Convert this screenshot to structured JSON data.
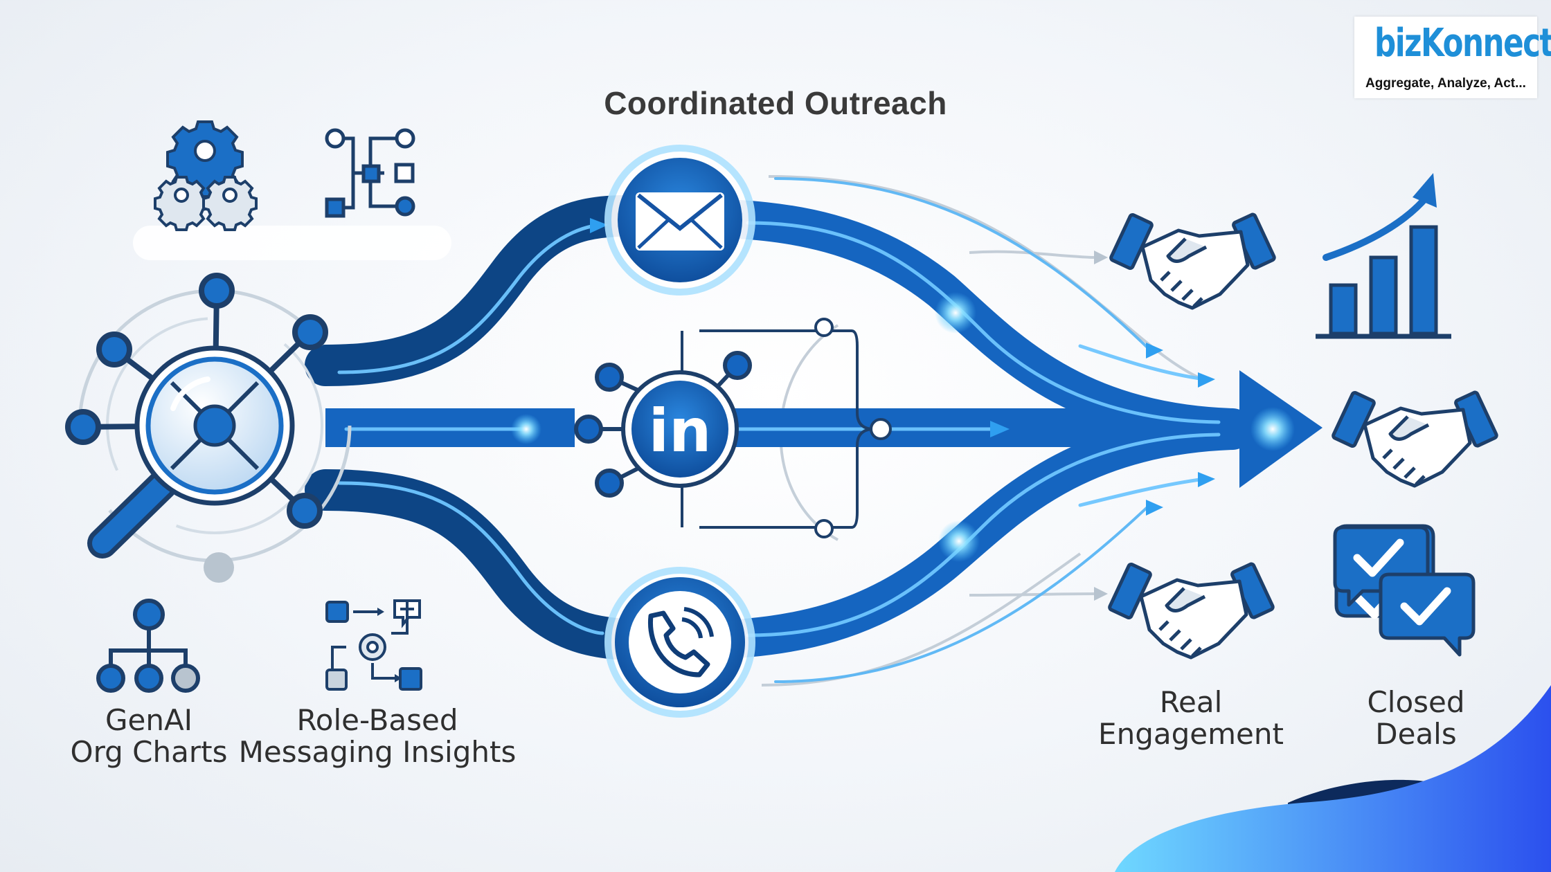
{
  "title": "Coordinated Outreach",
  "logo": {
    "name": "bizKonnect",
    "tagline": "Aggregate, Analyze, Act..."
  },
  "labels": {
    "genai_line1": "GenAI",
    "genai_line2": "Org Charts",
    "role_line1": "Role-Based",
    "role_line2": "Messaging Insights",
    "engagement_line1": "Real",
    "engagement_line2": "Engagement",
    "deals_line1": "Closed",
    "deals_line2": "Deals"
  },
  "icons": {
    "channels": [
      "email-icon",
      "linkedin-icon",
      "phone-icon"
    ],
    "left": [
      "gears-icon",
      "flowchart-icon",
      "magnifier-network-icon",
      "org-chart-icon",
      "messaging-flow-icon"
    ],
    "right": [
      "handshake-icon",
      "handshake-icon",
      "handshake-icon",
      "growth-chart-icon",
      "chat-check-icon"
    ]
  },
  "linkedin_text": "in",
  "colors": {
    "primary": "#1565c0",
    "dark": "#0d3d7a",
    "light": "#4fa9f0",
    "glow": "#6fd3ff",
    "text": "#2f2f2f"
  }
}
